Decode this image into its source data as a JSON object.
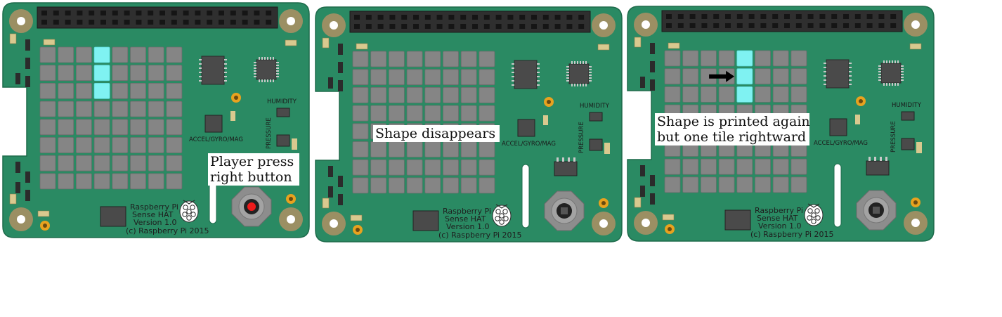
{
  "colors": {
    "board": "#2a8a63",
    "board_edge": "#1e6b4b",
    "led_off": "#858585",
    "led_on": "#7ff2f2",
    "header": "#2f2f2f",
    "pin": "#151515",
    "hole_ring": "#9b8f63",
    "joystick": "#8d8d8d",
    "joy_red": "#ee1b1b",
    "arrow": "#000000"
  },
  "board_labels": {
    "humidity": "HUMIDITY",
    "pressure": "PRESSURE",
    "accel": "ACCEL/GYRO/MAG",
    "brand_line1": "Raspberry Pi",
    "brand_line2": "Sense HAT",
    "brand_line3": "Version 1.0",
    "copyright": "(c) Raspberry Pi 2015"
  },
  "panels": [
    {
      "name": "panel-1",
      "lit_leds": [
        [
          3,
          0
        ],
        [
          3,
          1
        ],
        [
          3,
          2
        ]
      ],
      "joystick_pressed": true,
      "callout_lines": [
        "Player press",
        "right button"
      ]
    },
    {
      "name": "panel-2",
      "lit_leds": [],
      "joystick_pressed": false,
      "callout_lines": [
        "Shape disappears"
      ]
    },
    {
      "name": "panel-3",
      "lit_leds": [
        [
          4,
          0
        ],
        [
          4,
          1
        ],
        [
          4,
          2
        ]
      ],
      "joystick_pressed": false,
      "arrow_icon": "arrow-right-icon",
      "callout_lines": [
        "Shape is printed again",
        "but one tile rightward"
      ]
    }
  ],
  "callouts": {
    "panel1": "Player press\nright button",
    "panel2": "Shape disappears",
    "panel3": "Shape is printed again\nbut one tile rightward"
  }
}
